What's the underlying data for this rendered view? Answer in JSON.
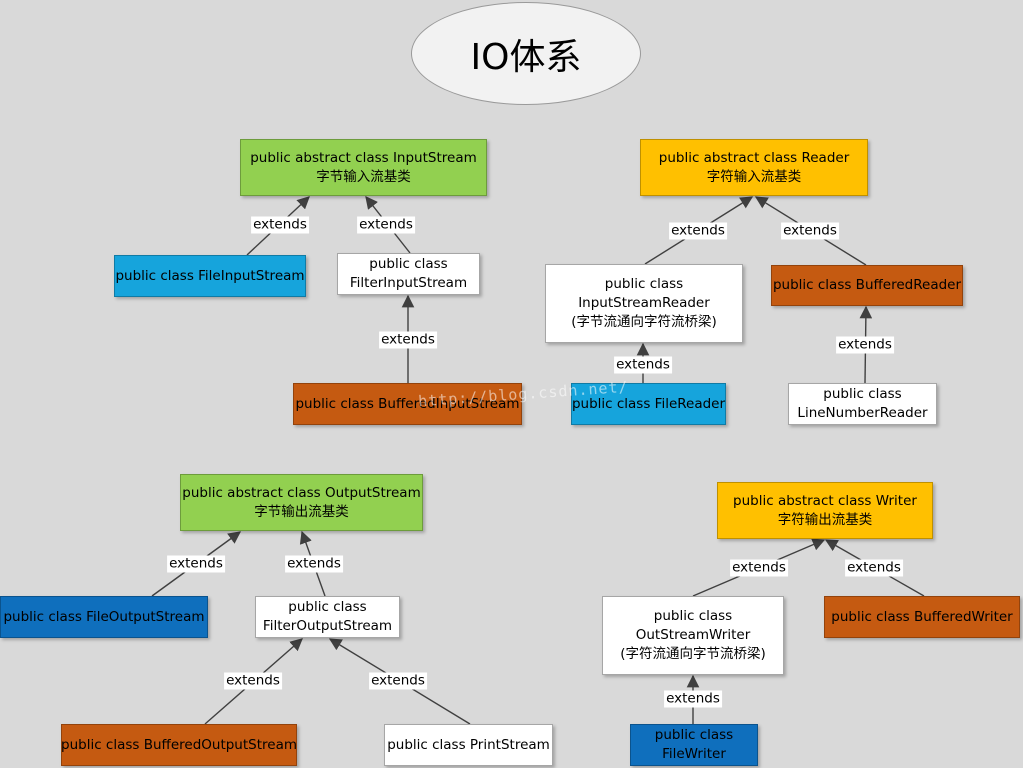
{
  "title": "IO体系",
  "boxes": {
    "input_stream": {
      "line1": "public abstract class InputStream",
      "line2": "字节输入流基类"
    },
    "file_input_stream": {
      "line1": "public class FileInputStream"
    },
    "filter_input_stream": {
      "line1": "public class",
      "line2": "FilterInputStream"
    },
    "buffered_input_stream": {
      "line1": "public class BufferedInputStream"
    },
    "reader": {
      "line1": "public abstract class Reader",
      "line2": "字符输入流基类"
    },
    "input_stream_reader": {
      "line1": "public class",
      "line2": "InputStreamReader",
      "line3": "(字节流通向字符流桥梁)"
    },
    "buffered_reader": {
      "line1": "public class BufferedReader"
    },
    "file_reader": {
      "line1": "public class FileReader"
    },
    "line_number_reader": {
      "line1": "public class",
      "line2": "LineNumberReader"
    },
    "output_stream": {
      "line1": "public abstract class OutputStream",
      "line2": "字节输出流基类"
    },
    "file_output_stream": {
      "line1": "public class FileOutputStream"
    },
    "filter_output_stream": {
      "line1": "public class",
      "line2": "FilterOutputStream"
    },
    "buffered_output_stream": {
      "line1": "public class BufferedOutputStream"
    },
    "print_stream": {
      "line1": "public class PrintStream"
    },
    "writer": {
      "line1": "public abstract class Writer",
      "line2": "字符输出流基类"
    },
    "out_stream_writer": {
      "line1": "public class",
      "line2": "OutStreamWriter",
      "line3": "(字符流通向字节流桥梁)"
    },
    "buffered_writer": {
      "line1": "public class BufferedWriter"
    },
    "file_writer": {
      "line1": "public class",
      "line2": "FileWriter"
    }
  },
  "edge_label": "extends",
  "watermark": "http://blog.csdn.net/",
  "colors": {
    "background": "#d9d9d9",
    "base_class_green": "#92d050",
    "base_class_yellow": "#ffc000",
    "node_blue": "#16a4dc",
    "node_orange": "#c55a11",
    "node_navy": "#0f6fbd",
    "node_white": "#ffffff",
    "arrow": "#404040"
  }
}
